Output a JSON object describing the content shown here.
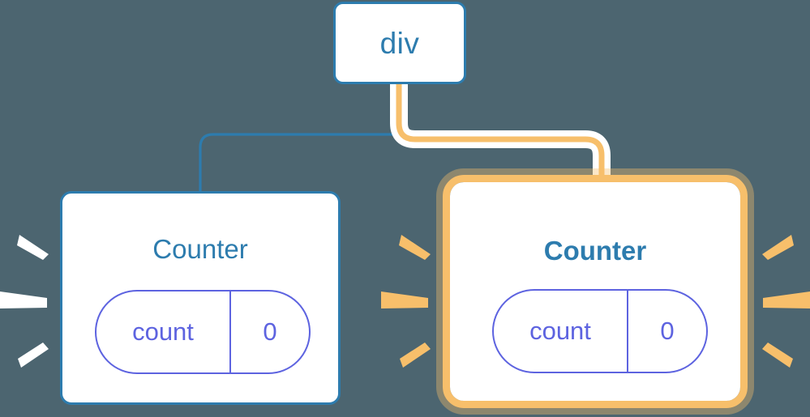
{
  "diagram": {
    "background_color": "#4c6570",
    "title_unshown": "",
    "nodes": {
      "root": {
        "label": "div",
        "border_color": "#2d7cae",
        "fill_color": "#ffffff"
      },
      "counter_left": {
        "title": "Counter",
        "border_color": "#2d7cae",
        "fill_color": "#ffffff",
        "highlighted": "false",
        "state": {
          "key": "count",
          "value": "0",
          "accent_color": "#5d63e0"
        }
      },
      "counter_right": {
        "title": "Counter",
        "border_color": "#f7bf6b",
        "fill_color": "#ffffff",
        "highlighted": "true",
        "state": {
          "key": "count",
          "value": "0",
          "accent_color": "#5d63e0"
        }
      }
    },
    "edges": [
      {
        "name": "root-to-counter-left",
        "color": "#2d7cae",
        "style": "solid"
      },
      {
        "name": "root-to-counter-right",
        "color": "#f7bf6b",
        "style": "solid-with-halo",
        "halo_color": "#ffffff"
      }
    ],
    "bursts": {
      "left_node_marks_color": "#ffffff",
      "right_node_marks_color": "#f7bf6b"
    }
  }
}
